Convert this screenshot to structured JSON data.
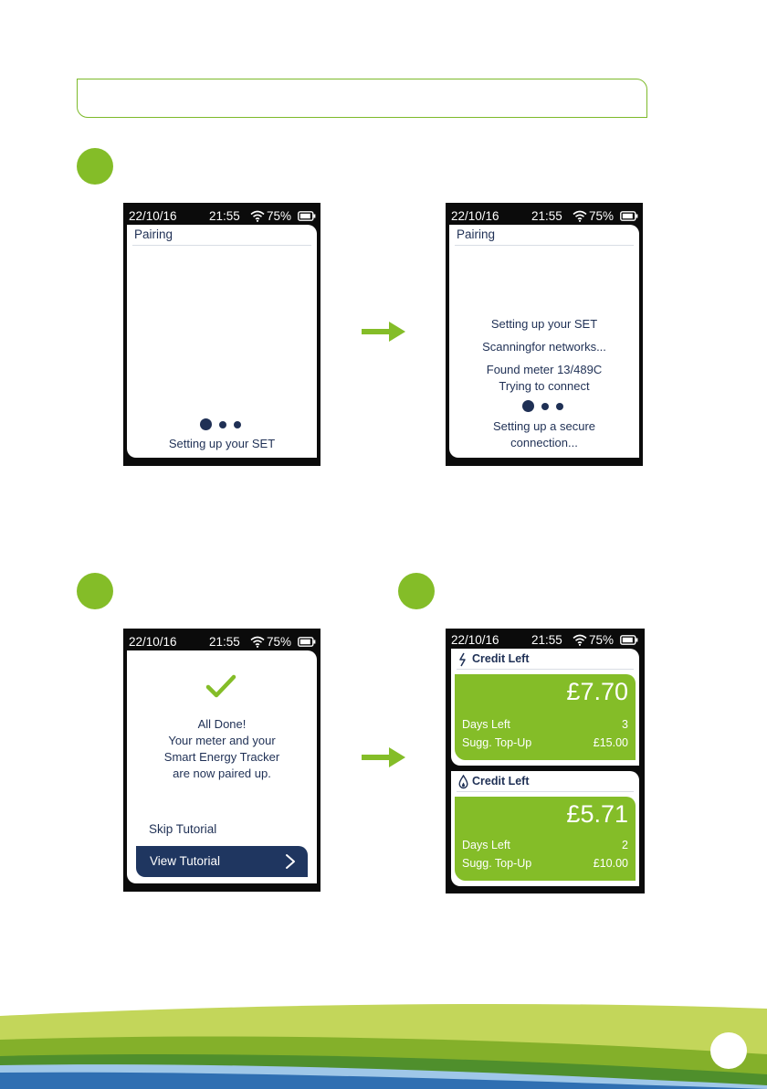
{
  "status_bar": {
    "date": "22/10/16",
    "time": "21:55",
    "battery": "75%",
    "wifi_icon": "wifi-icon",
    "battery_icon": "battery-icon"
  },
  "screen1": {
    "title": "Pairing",
    "message": "Setting up your SET"
  },
  "screen2": {
    "title": "Pairing",
    "lines": [
      "Setting up your SET",
      "Scanningfor networks...",
      "Found meter 13/489C",
      "Trying to connect"
    ],
    "secure_lines": [
      "Setting up a secure",
      "connection..."
    ]
  },
  "screen3": {
    "lines": [
      "All Done!",
      "Your meter and your",
      "Smart Energy Tracker",
      "are now paired up."
    ],
    "skip_label": "Skip Tutorial",
    "view_label": "View Tutorial"
  },
  "screen4": {
    "electric": {
      "title": "Credit Left",
      "amount": "£7.70",
      "days_label": "Days Left",
      "days_value": "3",
      "topup_label": "Sugg. Top-Up",
      "topup_value": "£15.00"
    },
    "gas": {
      "title": "Credit Left",
      "amount": "£5.71",
      "days_label": "Days Left",
      "days_value": "2",
      "topup_label": "Sugg. Top-Up",
      "topup_value": "£10.00"
    }
  },
  "colors": {
    "brand_green": "#84bd28",
    "navy": "#1f3660",
    "screen_black": "#0b0b0b"
  }
}
